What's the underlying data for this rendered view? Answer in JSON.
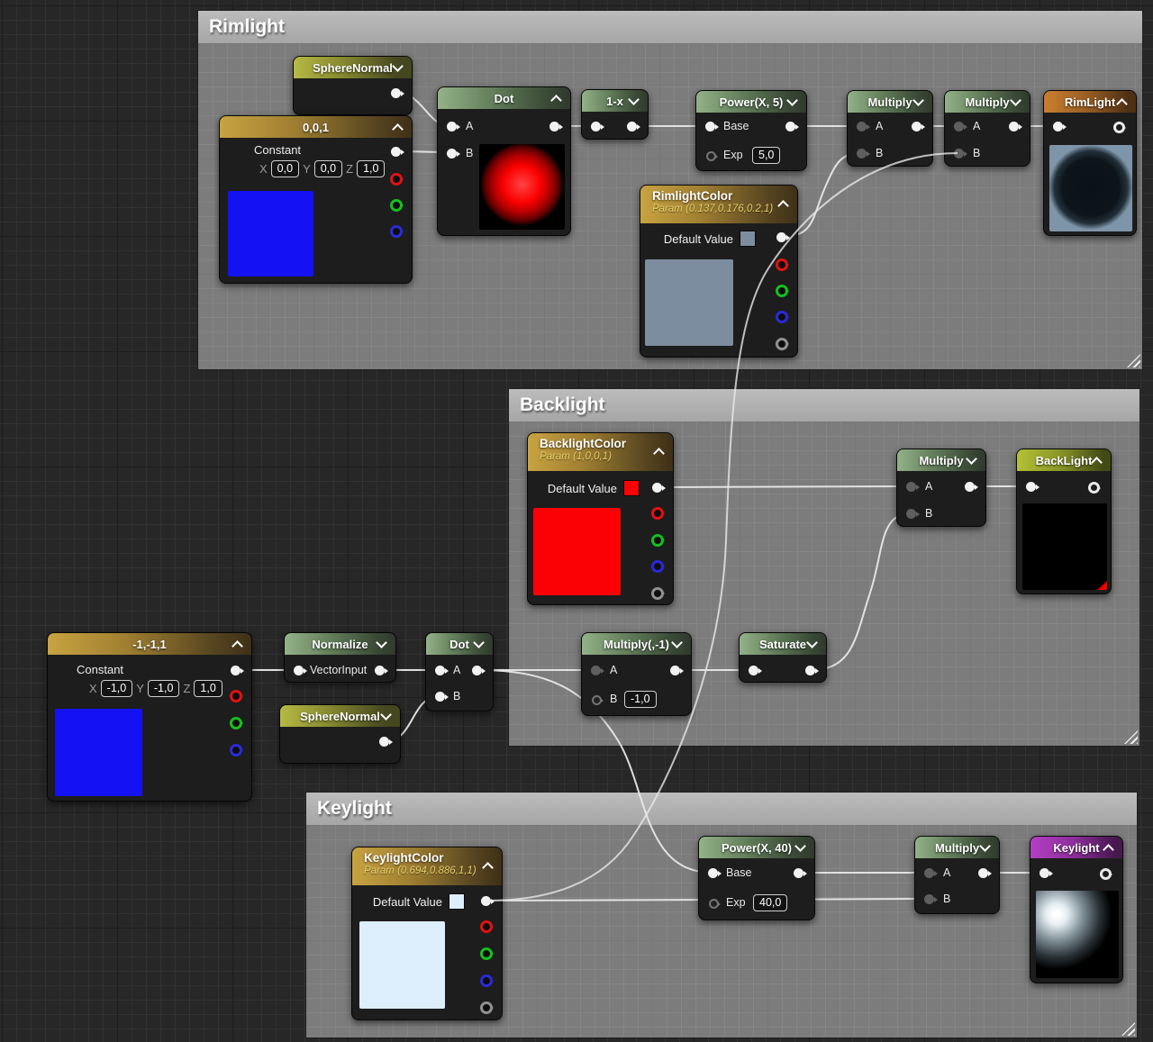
{
  "comments": {
    "rimlight": {
      "title": "Rimlight"
    },
    "backlight": {
      "title": "Backlight"
    },
    "keylight": {
      "title": "Keylight"
    }
  },
  "nodes": {
    "sphere_normal_1": {
      "title": "SphereNormal"
    },
    "constant_001": {
      "title": "0,0,1",
      "subtitle": "Constant",
      "x_label": "X",
      "x": "0,0",
      "y_label": "Y",
      "y": "0,0",
      "z_label": "Z",
      "z": "1,0",
      "preview_color": "#1412f2"
    },
    "dot_1": {
      "title": "Dot",
      "a_label": "A",
      "b_label": "B",
      "preview": "red-sphere"
    },
    "one_minus_x": {
      "title": "1-x"
    },
    "power_5": {
      "title": "Power(X, 5)",
      "base_label": "Base",
      "exp_label": "Exp",
      "exp_value": "5,0"
    },
    "multiply_rim_1": {
      "title": "Multiply",
      "a_label": "A",
      "b_label": "B"
    },
    "multiply_rim_2": {
      "title": "Multiply",
      "a_label": "A",
      "b_label": "B"
    },
    "rimlight_out": {
      "title": "RimLight",
      "preview": "dark-sphere-on-slate"
    },
    "rimlight_color": {
      "title": "RimlightColor",
      "subtitle": "Param (0.137,0.176,0.2,1)",
      "default_label": "Default Value",
      "color": "#7d8da0"
    },
    "backlight_color": {
      "title": "BacklightColor",
      "subtitle": "Param (1,0,0,1)",
      "default_label": "Default Value",
      "color": "#fb0105"
    },
    "multiply_back": {
      "title": "Multiply",
      "a_label": "A",
      "b_label": "B"
    },
    "backlight_out": {
      "title": "BackLight",
      "preview": "black-sphere-red-rim"
    },
    "constant_m1m11": {
      "title": "-1,-1,1",
      "subtitle": "Constant",
      "x_label": "X",
      "x": "-1,0",
      "y_label": "Y",
      "y": "-1,0",
      "z_label": "Z",
      "z": "1,0",
      "preview_color": "#1412f2"
    },
    "normalize": {
      "title": "Normalize",
      "input_label": "VectorInput"
    },
    "sphere_normal_2": {
      "title": "SphereNormal"
    },
    "dot_2": {
      "title": "Dot",
      "a_label": "A",
      "b_label": "B"
    },
    "multiply_neg1": {
      "title": "Multiply(,-1)",
      "a_label": "A",
      "b_label": "B",
      "b_value": "-1,0"
    },
    "saturate": {
      "title": "Saturate"
    },
    "keylight_color": {
      "title": "KeylightColor",
      "subtitle": "Param (0.694,0.886,1,1)",
      "default_label": "Default Value",
      "color": "#ddeefd"
    },
    "power_40": {
      "title": "Power(X, 40)",
      "base_label": "Base",
      "exp_label": "Exp",
      "exp_value": "40,0"
    },
    "multiply_key": {
      "title": "Multiply",
      "a_label": "A",
      "b_label": "B"
    },
    "keylight_out": {
      "title": "Keylight",
      "preview": "black-with-white-specular"
    }
  },
  "connections": [
    {
      "from": "SphereNormal#1.out",
      "to": "Dot#1.A"
    },
    {
      "from": "Constant(0,0,1).out",
      "to": "Dot#1.B"
    },
    {
      "from": "Dot#1.out",
      "to": "1-x.in"
    },
    {
      "from": "1-x.out",
      "to": "Power(X,5).Base"
    },
    {
      "from": "Power(X,5).out",
      "to": "Multiply#1.A"
    },
    {
      "from": "RimlightColor.out",
      "to": "Multiply#1.B"
    },
    {
      "from": "Multiply#1.out",
      "to": "Multiply#2.A"
    },
    {
      "from": "KeylightColor.out",
      "to": "Multiply#2.B"
    },
    {
      "from": "Multiply#2.out",
      "to": "RimLight.in"
    },
    {
      "from": "BacklightColor.out",
      "to": "MultiplyBack.A"
    },
    {
      "from": "Saturate.out",
      "to": "MultiplyBack.B"
    },
    {
      "from": "MultiplyBack.out",
      "to": "BackLight.in"
    },
    {
      "from": "Constant(-1,-1,1).out",
      "to": "Normalize.VectorInput"
    },
    {
      "from": "Normalize.out",
      "to": "Dot#2.A"
    },
    {
      "from": "SphereNormal#2.out",
      "to": "Dot#2.B"
    },
    {
      "from": "Dot#2.out",
      "to": "Multiply(,-1).A"
    },
    {
      "from": "Dot#2.out",
      "to": "Power(X,40).Base"
    },
    {
      "from": "Multiply(,-1).out",
      "to": "Saturate.in"
    },
    {
      "from": "Power(X,40).out",
      "to": "MultiplyKey.A"
    },
    {
      "from": "KeylightColor.out",
      "to": "MultiplyKey.B"
    },
    {
      "from": "MultiplyKey.out",
      "to": "Keylight.in"
    }
  ],
  "palette": {
    "canvas_bg": "#272727",
    "comment_fill": "#7c7c7c",
    "comment_title_bg": "#b3b3b3",
    "wire": "#e8e8e8",
    "node_bg": "#1d1d1d",
    "header_green": "#8fae85",
    "header_olive": "#b6b944",
    "header_gold": "#c8a341",
    "header_orange": "#c97e2f",
    "header_yellow_green": "#b3c135",
    "header_purple": "#b33fc4",
    "rim_preview_bg": "#7e95a9"
  }
}
